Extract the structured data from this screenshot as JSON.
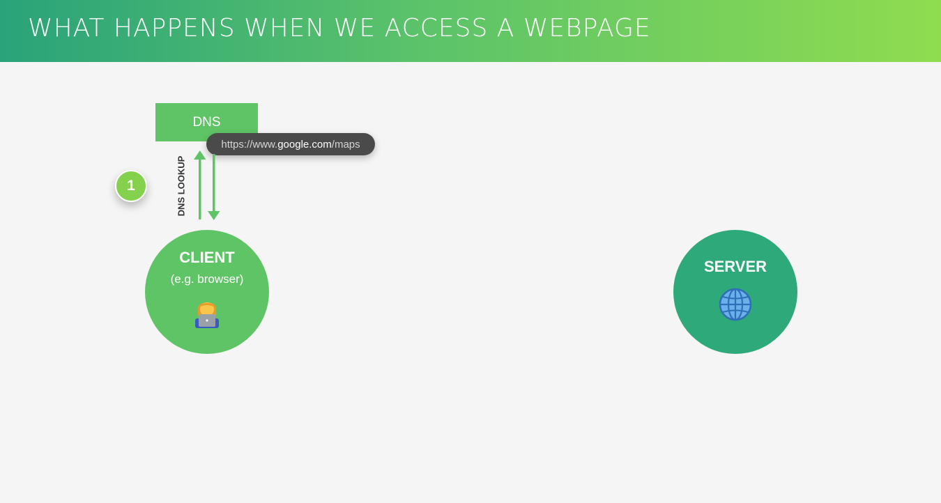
{
  "header": {
    "title": "WHAT HAPPENS WHEN WE ACCESS A WEBPAGE"
  },
  "dns": {
    "label": "DNS"
  },
  "url": {
    "prefix": "https://www.",
    "domain": "google.com",
    "path": "/maps"
  },
  "step": {
    "number": "1",
    "label": "DNS LOOKUP"
  },
  "client": {
    "title": "CLIENT",
    "subtitle": "(e.g. browser)",
    "icon": "person-with-laptop-icon"
  },
  "server": {
    "title": "SERVER",
    "icon": "globe-icon"
  },
  "colors": {
    "banner_start": "#2aa37a",
    "banner_end": "#8fdc4f",
    "client_green": "#5fc466",
    "server_green": "#2ea97a",
    "badge_green": "#84d14e",
    "pill_dark": "#4a4a4a"
  }
}
